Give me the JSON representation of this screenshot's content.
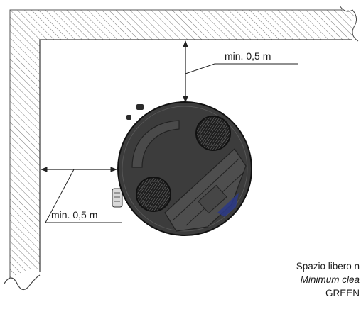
{
  "dimensions": {
    "top_clearance": "min. 0,5 m",
    "left_clearance": "min. 0,5 m"
  },
  "notes": {
    "line1": "Spazio libero n",
    "line2": "Minimum clea",
    "line3": "GREEN"
  },
  "colors": {
    "wall_hatch": "#7a7a7a",
    "machine_body": "#3c3c3c",
    "machine_panel": "#5a5a5a",
    "fan_grille": "#222222",
    "accent_blue": "#2b3a8a"
  }
}
